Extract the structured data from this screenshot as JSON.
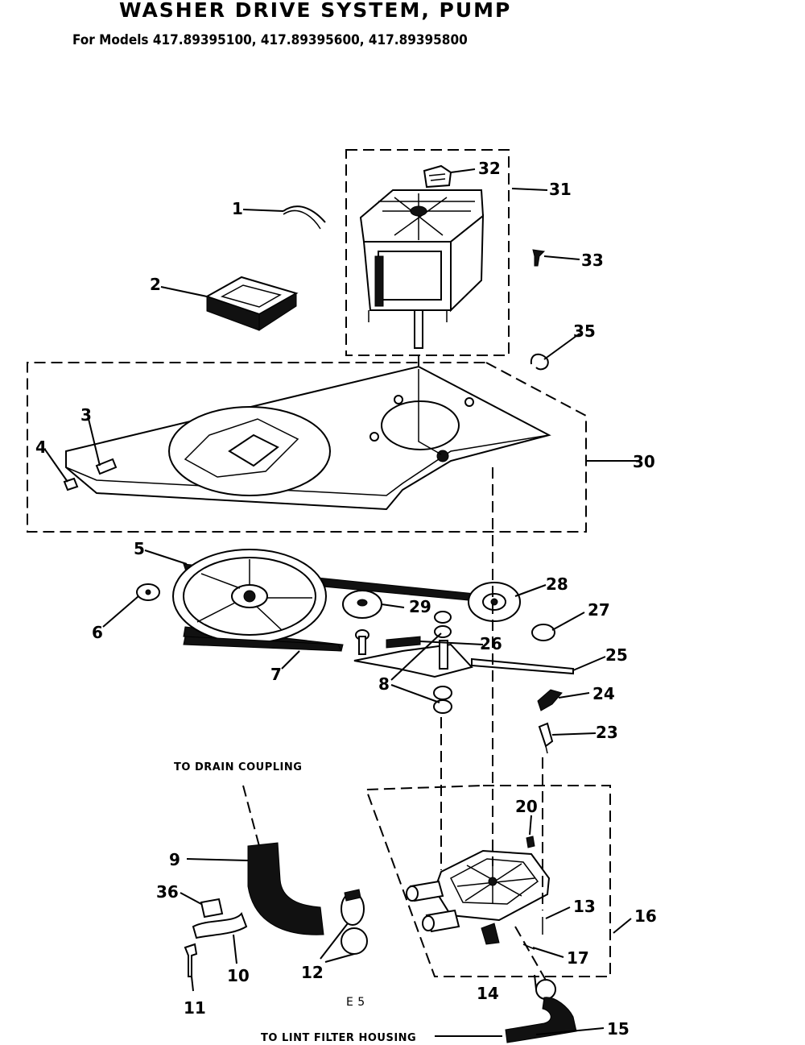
{
  "header": {
    "title": "WASHER DRIVE SYSTEM, PUMP",
    "subtitle": "For Models 417.89395100, 417.89395600, 417.89395800"
  },
  "notes": {
    "drain": "TO DRAIN COUPLING",
    "lint": "TO LINT FILTER HOUSING",
    "code": "E 5"
  },
  "callouts": [
    "1",
    "2",
    "3",
    "4",
    "5",
    "6",
    "7",
    "8",
    "9",
    "10",
    "11",
    "12",
    "13",
    "14",
    "15",
    "16",
    "17",
    "20",
    "23",
    "24",
    "25",
    "26",
    "27",
    "28",
    "29",
    "30",
    "31",
    "32",
    "33",
    "35",
    "36"
  ]
}
